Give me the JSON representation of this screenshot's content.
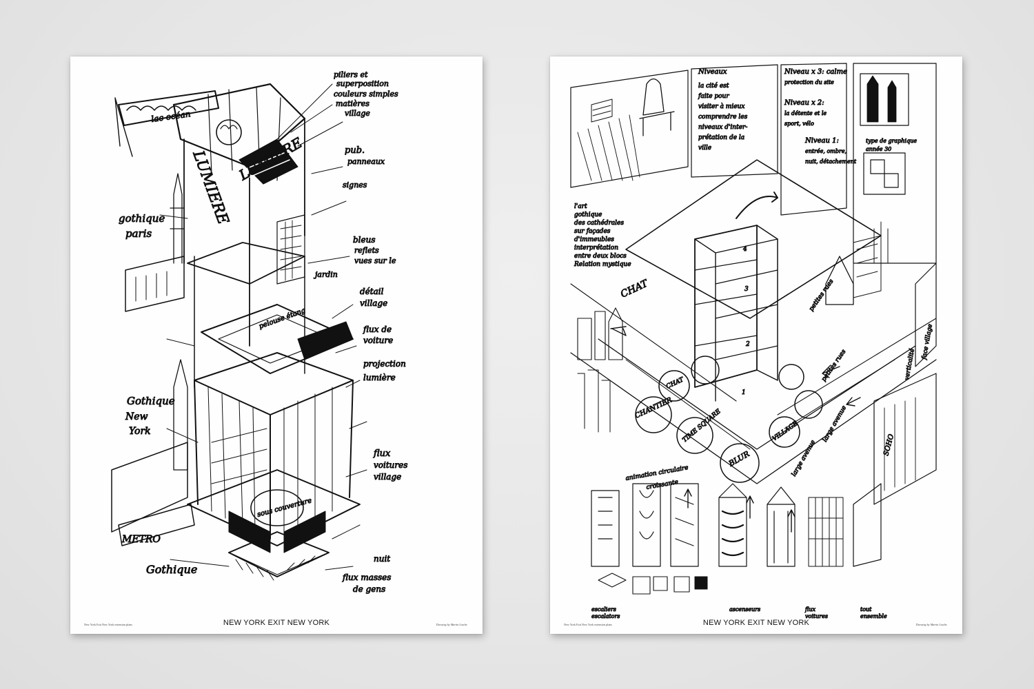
{
  "posters": [
    {
      "title": "NEW YORK EXIT NEW YORK",
      "caption": "New York Exit New York extension plans",
      "credit": "Drawing by Martin Lesche",
      "notes": [
        "piliers et superposition",
        "couleurs simples",
        "matières village",
        "pub. panneaux",
        "signes",
        "gothique paris",
        "bleus reflets vues sur le",
        "jardin",
        "détail village",
        "flux de voiture",
        "projection lumière",
        "Gothique New York",
        "flux voitures village",
        "METRO",
        "Gothique",
        "nuit",
        "flux masses de gens",
        "lac océan",
        "LUMIÈRE",
        "pelouse étang",
        "sous couverture"
      ]
    },
    {
      "title": "NEW YORK EXIT NEW YORK",
      "caption": "New York Exit New York extension plans",
      "credit": "Drawing by Martin Lesche",
      "notes": [
        "Niveaux",
        "Niveau x 3: calme",
        "Niveau x 2:",
        "Niveau 1:",
        "CHAT",
        "l'art gothique",
        "type de graphique année 30",
        "CHANTIER",
        "TIME SQUARE",
        "BLUR",
        "VILLAGE",
        "SOHO",
        "petites rues",
        "large avenue",
        "animation circulaire croissante",
        "escaliers escalators",
        "ascenseurs",
        "flux voitures",
        "tout ensemble",
        "verticalité",
        "face village"
      ]
    }
  ]
}
